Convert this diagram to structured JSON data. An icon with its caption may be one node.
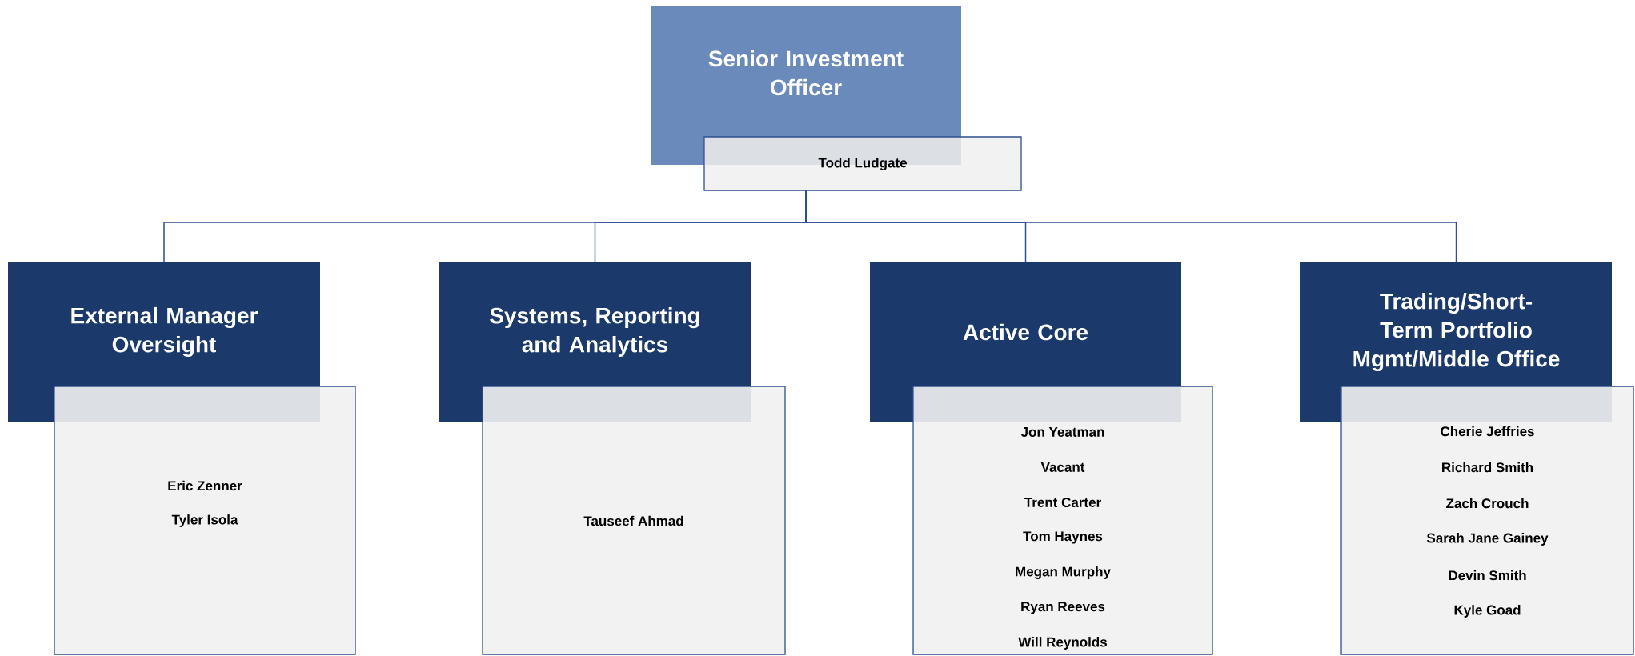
{
  "diagram": {
    "nodes": [
      {
        "text": [
          "Senior Investment Officer"
        ]
      },
      {
        "text": [
          "Todd Ludgate"
        ]
      },
      {
        "text": [
          "External Manager Oversight"
        ]
      },
      {
        "text": [
          "Eric Zenner",
          "Tyler Isola"
        ]
      },
      {
        "text": [
          "Systems, Reporting and Analytics"
        ]
      },
      {
        "text": [
          "Tauseef Ahmad"
        ]
      },
      {
        "text": [
          "Active Core"
        ]
      },
      {
        "text": [
          "Jon Yeatman",
          "Vacant",
          "Trent Carter",
          "Tom Haynes",
          "Megan Murphy",
          "Ryan Reeves",
          "Will Reynolds"
        ]
      },
      {
        "text": [
          "Trading/Short-Term Portfolio Mgmt/Middle Office"
        ]
      },
      {
        "text": [
          "Cherie Jeffries",
          "Richard Smith",
          "Zach Crouch",
          "Sarah Jane Gainey",
          "Devin Smith",
          "Kyle Goad"
        ]
      }
    ],
    "edges": [
      {
        "from": 1,
        "to": 2,
        "arrow": "none"
      },
      {
        "from": 1,
        "to": 4,
        "arrow": "none"
      },
      {
        "from": 1,
        "to": 6,
        "arrow": "none"
      },
      {
        "from": 1,
        "to": 8,
        "arrow": "none"
      }
    ]
  }
}
